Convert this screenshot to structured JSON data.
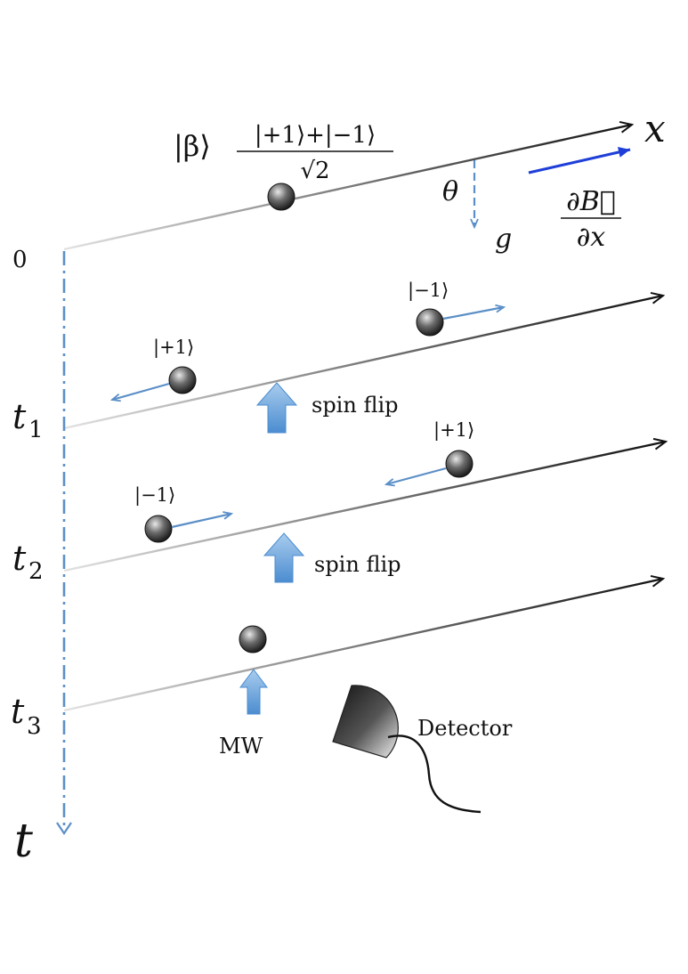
{
  "colors": {
    "line_dark": "#1a1a1a",
    "line_light": "#d9d9d9",
    "accent_blue": "#5b8fc7",
    "field_blue": "#1f3fd8",
    "arrow_fill": "#6ea7dc",
    "particle": "#2b2b2b"
  },
  "axes": {
    "x_label": "x",
    "time_axis_label": "t",
    "time_marks": [
      {
        "main": "0",
        "sub": ""
      },
      {
        "main": "t",
        "sub": "1"
      },
      {
        "main": "t",
        "sub": "2"
      },
      {
        "main": "t",
        "sub": "3"
      }
    ]
  },
  "initial_state": {
    "ket_beta": "|β⟩",
    "numerator": "|+1⟩+|−1⟩",
    "denominator": "√2"
  },
  "gravity": {
    "theta": "θ",
    "g": "g"
  },
  "field_gradient": {
    "numerator": "∂B⃗",
    "denominator": "∂x"
  },
  "states": {
    "t1_plus": "|+1⟩",
    "t1_minus": "|−1⟩",
    "t2_plus": "|+1⟩",
    "t2_minus": "|−1⟩"
  },
  "operations": {
    "spin_flip_1": "spin flip",
    "spin_flip_2": "spin flip",
    "mw": "MW",
    "detector": "Detector"
  },
  "icons": [
    "particle-icon",
    "up-arrow-icon",
    "detector-icon"
  ]
}
